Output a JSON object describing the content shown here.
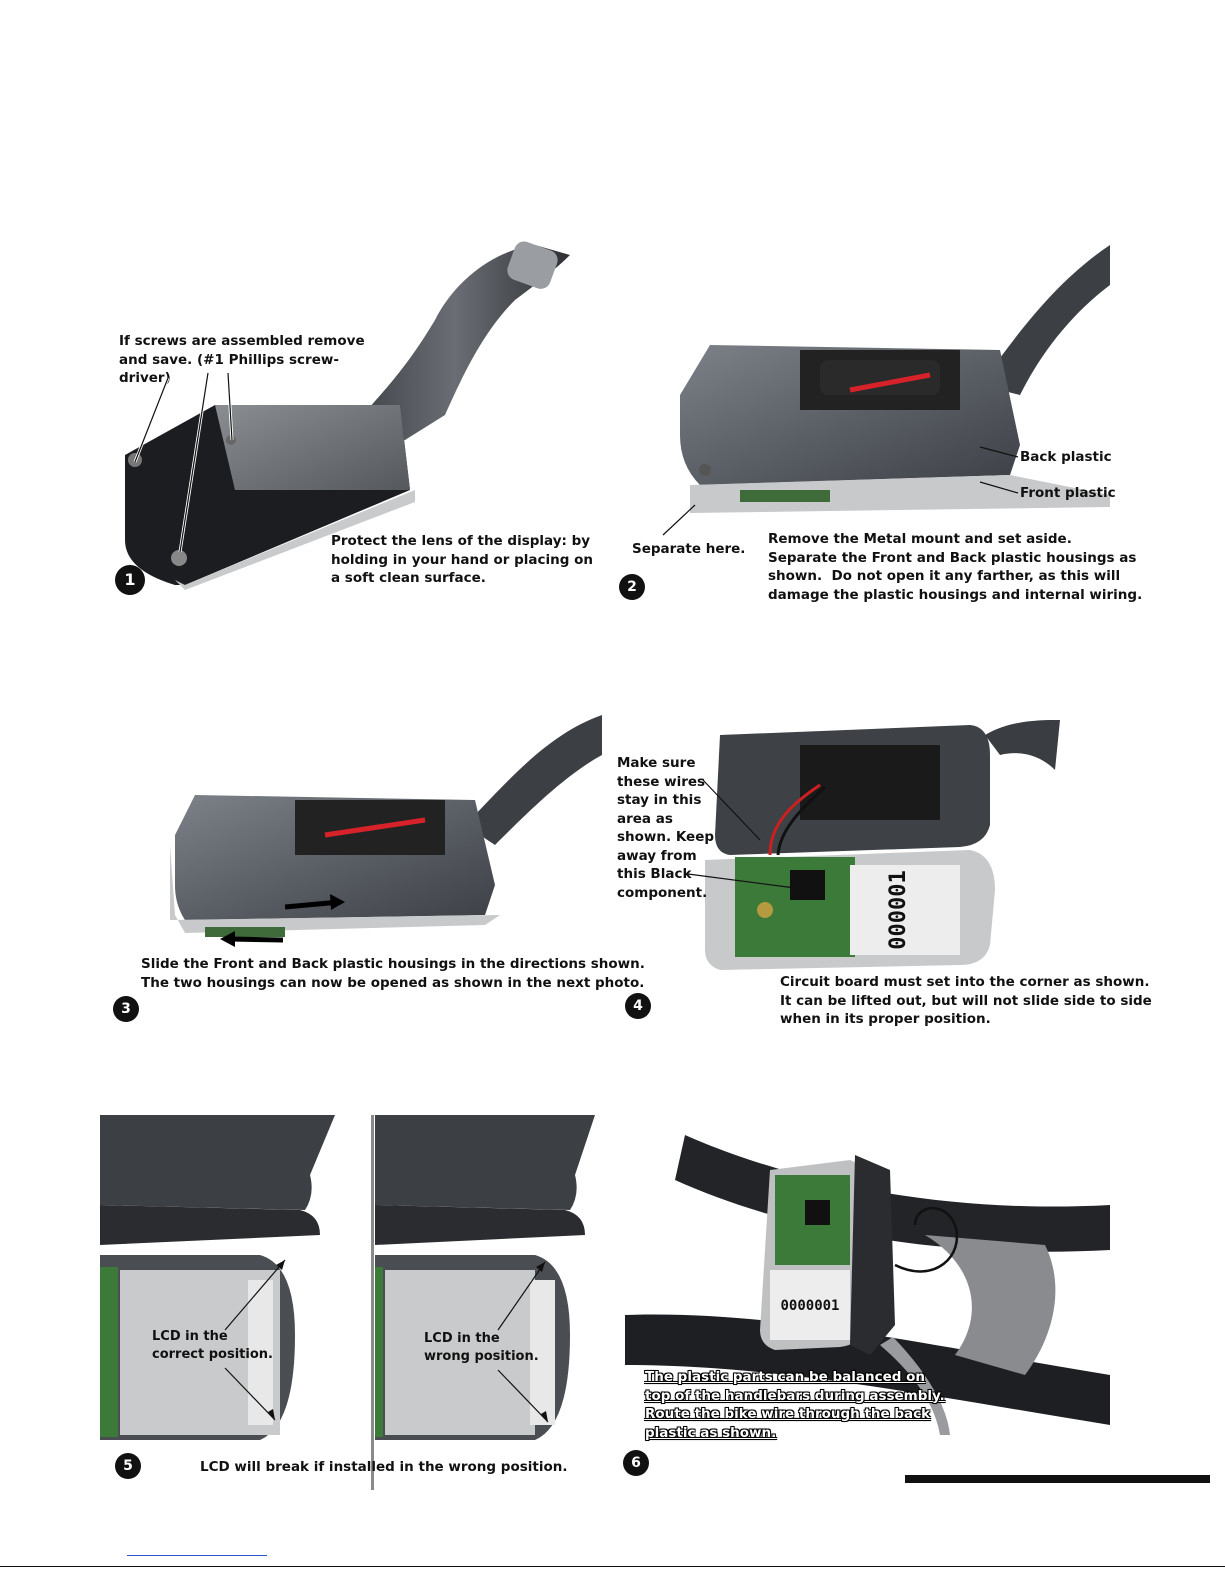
{
  "steps": [
    {
      "number": "1",
      "callout": "If screws are assembled remove\nand save. (#1 Phillips screw-\ndriver)",
      "caption": "Protect the lens of the display: by\nholding in your hand or placing on\na soft clean surface."
    },
    {
      "number": "2",
      "label_back": "Back plastic",
      "label_front": "Front plastic",
      "label_separate": "Separate here.",
      "caption": "Remove the Metal mount and set aside.\nSeparate the Front and Back plastic housings as\nshown.  Do not open it any farther, as this will\ndamage the plastic housings and internal wiring."
    },
    {
      "number": "3",
      "caption": "Slide the Front and Back plastic housings in the directions shown.\nThe two housings can now be opened as shown in the next photo."
    },
    {
      "number": "4",
      "callout": "Make sure\nthese wires\nstay in this\narea as\nshown. Keep\naway from\nthis Black\ncomponent.",
      "caption": "Circuit board must set into the corner as shown.\nIt can be lifted out, but will not slide side to side\nwhen in its proper position.",
      "board_serial": "000001"
    },
    {
      "number": "5",
      "label_correct": "LCD in the\ncorrect position.",
      "label_wrong": "LCD in the\nwrong position.",
      "caption": "LCD will break if installed in the wrong position."
    },
    {
      "number": "6",
      "caption": "The plastic parts can be balanced on\ntop of the handlebars during assembly.\nRoute the bike wire through the back\nplastic as shown.",
      "board_serial": "0000001"
    }
  ]
}
